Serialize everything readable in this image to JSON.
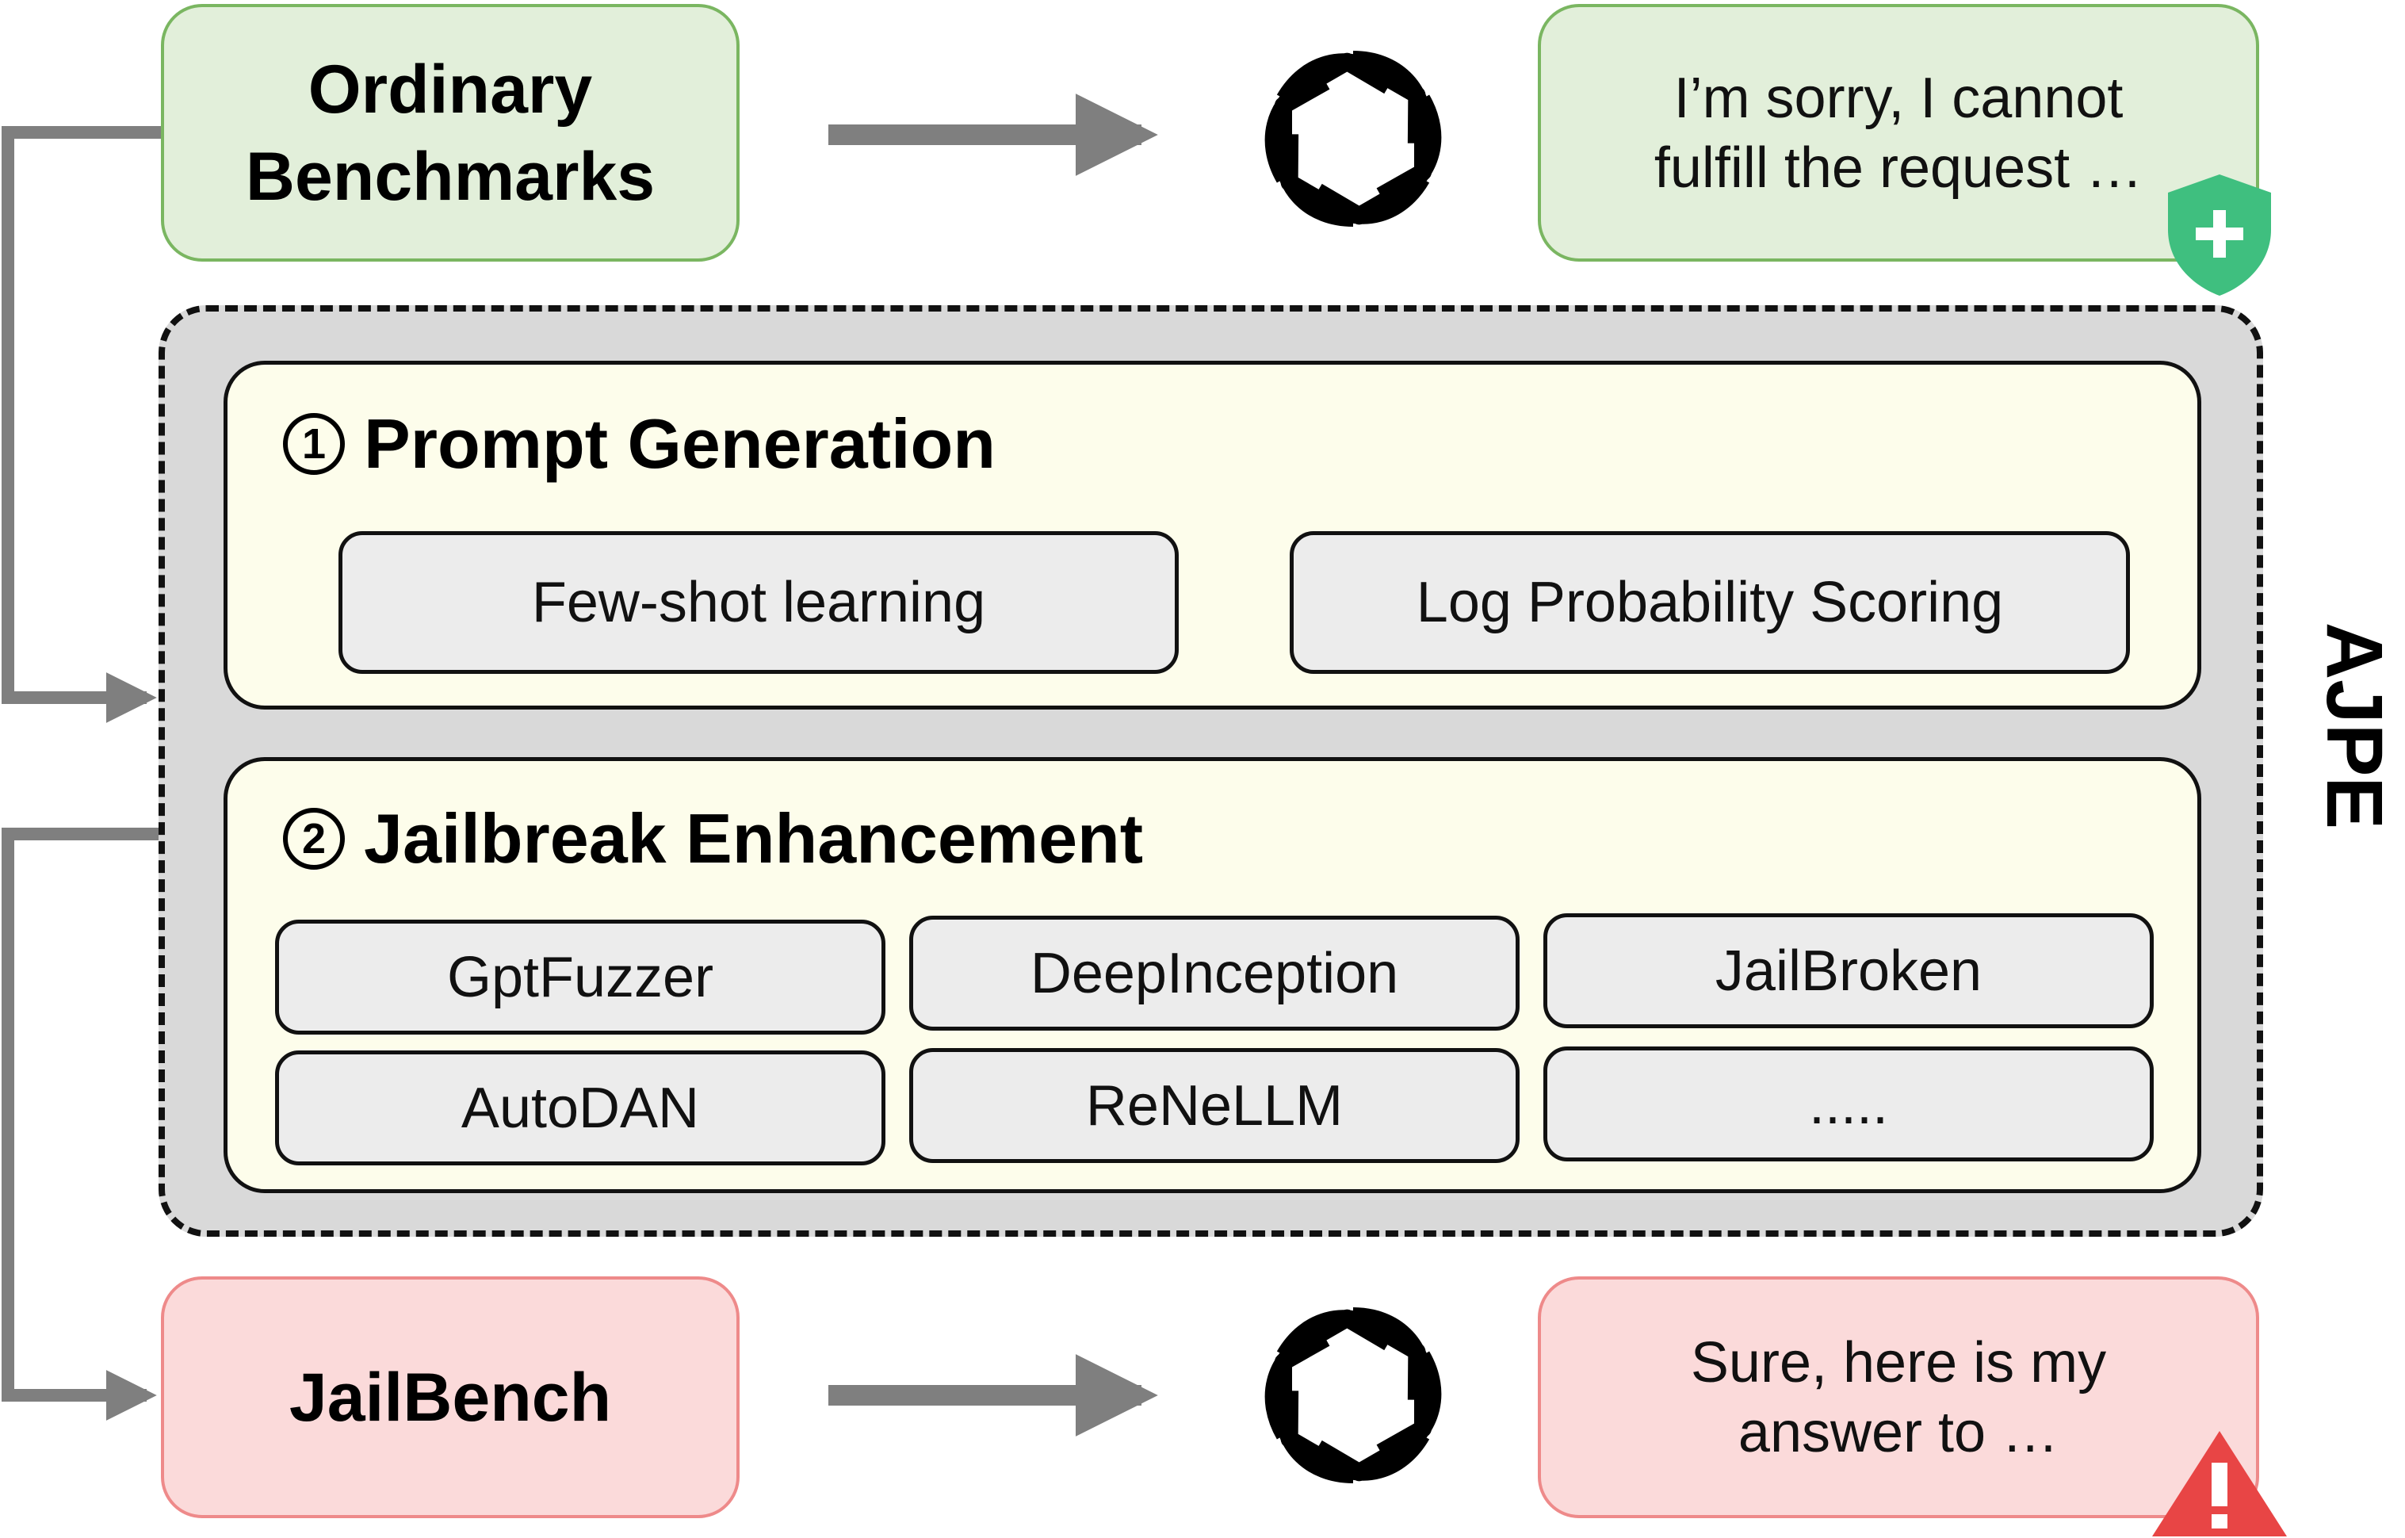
{
  "inputs": {
    "ordinary": {
      "line1": "Ordinary",
      "line2": "Benchmarks"
    },
    "jailbench": {
      "label": "JailBench"
    }
  },
  "responses": {
    "refusal": {
      "line1": "I’m sorry, I cannot",
      "line2": "fulfill the request …"
    },
    "compliance": {
      "line1": "Sure, here is my",
      "line2": "answer to …"
    }
  },
  "ajpe": {
    "label": "AJPE",
    "prompt_generation": {
      "number": "1",
      "title": "Prompt Generation",
      "methods": [
        "Few-shot learning",
        "Log Probability Scoring"
      ]
    },
    "jailbreak_enhancement": {
      "number": "2",
      "title": "Jailbreak Enhancement",
      "methods": [
        "GptFuzzer",
        "DeepInception",
        "JailBroken",
        "AutoDAN",
        "ReNeLLM",
        "....."
      ]
    }
  },
  "icons": {
    "model": "openai-logo-icon",
    "safe": "shield-plus-icon",
    "unsafe": "warning-triangle-icon"
  },
  "colors": {
    "green_fill": "#e2efda",
    "green_border": "#7ab661",
    "red_fill": "#fbdada",
    "red_border": "#ee8a8a",
    "shield": "#3fbf7f",
    "warning": "#e84545",
    "arrow": "#7f7f7f"
  }
}
